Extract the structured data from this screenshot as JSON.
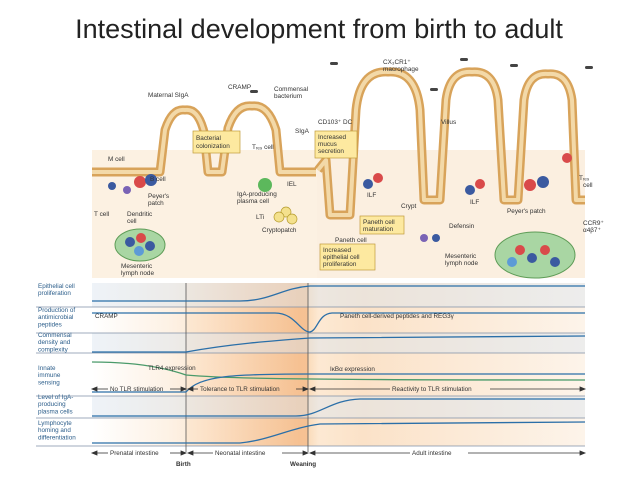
{
  "title": "Intestinal development from birth to adult",
  "labels": {
    "maternal_siga": "Maternal SIgA",
    "cramp": "CRAMP",
    "commensal_1": "Commensal",
    "commensal_2": "bacterium",
    "cx3cr1_1": "CX₃CR1⁺",
    "cx3cr1_2": "macrophage",
    "cd103": "CD103⁺ DC",
    "m_cell": "M cell",
    "b_cell": "B cell",
    "peyers_1": "Peyer's",
    "peyers_2": "patch",
    "t_cell": "T cell",
    "dendritic_1": "Dendritic",
    "dendritic_2": "cell",
    "mesenteric_1": "Mesenteric",
    "mesenteric_2": "lymph node",
    "bact_col_1": "Bacterial",
    "bact_col_2": "colonization",
    "treg": "Tᵣₑ₉ cell",
    "siga": "SIgA",
    "iel": "IEL",
    "iga_1": "IgA-producing",
    "iga_2": "plasma cell",
    "lti": "LTi",
    "cryptopatch": "Cryptopatch",
    "mucus_1": "Increased",
    "mucus_2": "mucus",
    "mucus_3": "secretion",
    "villus": "Villus",
    "ilf": "ILF",
    "ilf2": "ILF",
    "crypt": "Crypt",
    "paneth_mat_1": "Paneth cell",
    "paneth_mat_2": "maturation",
    "paneth_cell": "Paneth cell",
    "epi_prolif_1": "Increased",
    "epi_prolif_2": "epithelial cell",
    "epi_prolif_3": "proliferation",
    "defensin": "Defensin",
    "peyers_right": "Peyer's patch",
    "mesenteric_r1": "Mesenteric",
    "mesenteric_r2": "lymph node",
    "treg_right_1": "Tᵣₑ₉",
    "treg_right_2": "cell",
    "ccr9_1": "CCR9⁺",
    "ccr9_2": "α4β7⁺"
  },
  "rows": [
    {
      "l1": "Epithelial cell",
      "l2": "proliferation",
      "l3": ""
    },
    {
      "l1": "Production of",
      "l2": "antimicrobial",
      "l3": "peptides"
    },
    {
      "l1": "Commensal",
      "l2": "density and",
      "l3": "complexity"
    },
    {
      "l1": "Innate",
      "l2": "immune",
      "l3": "sensing"
    },
    {
      "l1": "Level of IgA-",
      "l2": "producing",
      "l3": "plasma cells"
    },
    {
      "l1": "Lymphocyte",
      "l2": "homing and",
      "l3": "differentiation"
    }
  ],
  "annotations": {
    "cramp_line": "CRAMP",
    "paneth_peptides": "Paneth cell-derived peptides and REG3γ",
    "tlr4": "TLR4 expression",
    "ikba": "IκBα expression",
    "no_tlr": "No TLR stimulation",
    "tolerance": "Tolerance to TLR stimulation",
    "reactivity": "Reactivity to TLR stimulation"
  },
  "timeline": {
    "prenatal": "Prenatal intestine",
    "neonatal": "Neonatal intestine",
    "adult": "Adult intestine",
    "birth": "Birth",
    "weaning": "Weaning"
  },
  "colors": {
    "band_orange": "#f5c595",
    "band_peach": "#fbe3cc",
    "stripe": "#d9e4ef",
    "line_blue": "#2b6fa8",
    "line_green": "#4a9a6a",
    "label_box": "#fde9a0"
  }
}
